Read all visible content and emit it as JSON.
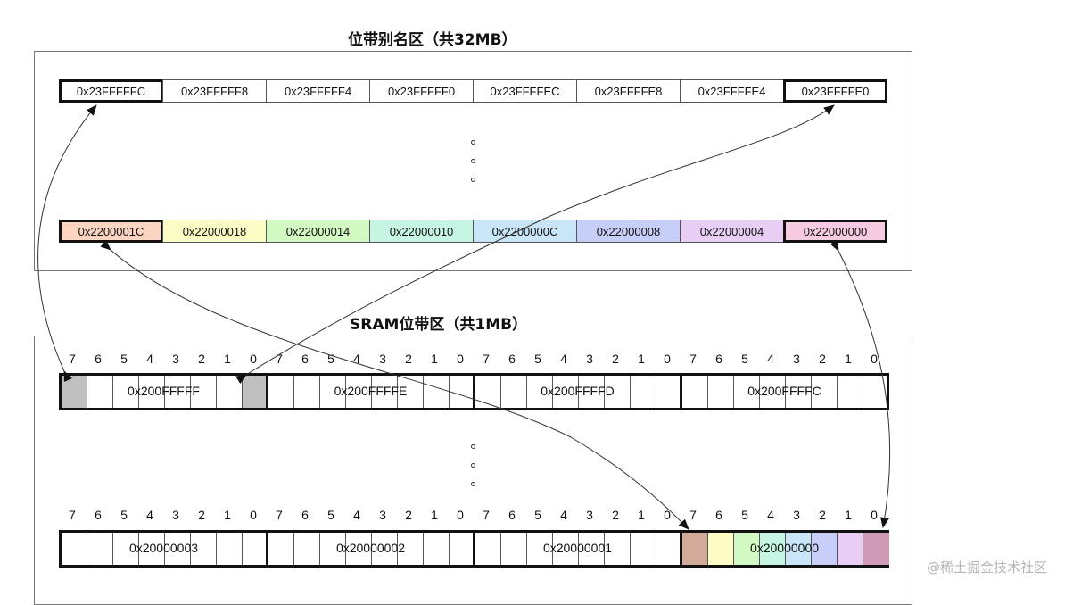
{
  "alias_region": {
    "title": "位带别名区（共32MB）",
    "top_row": [
      "0x23FFFFFC",
      "0x23FFFFF8",
      "0x23FFFFF4",
      "0x23FFFFF0",
      "0x23FFFFEC",
      "0x23FFFFE8",
      "0x23FFFFE4",
      "0x23FFFFE0"
    ],
    "bottom_row": [
      {
        "label": "0x2200001C",
        "color": "#fbd5c2"
      },
      {
        "label": "0x22000018",
        "color": "#fcfcc7"
      },
      {
        "label": "0x22000014",
        "color": "#d3f9c3"
      },
      {
        "label": "0x22000010",
        "color": "#c6f5e3"
      },
      {
        "label": "0x2200000C",
        "color": "#c8e6f7"
      },
      {
        "label": "0x22000008",
        "color": "#c8cefa"
      },
      {
        "label": "0x22000004",
        "color": "#e8cdf5"
      },
      {
        "label": "0x22000000",
        "color": "#f6cae0"
      }
    ]
  },
  "sram_region": {
    "title": "SRAM位带区（共1MB）",
    "bit_labels": [
      "7",
      "6",
      "5",
      "4",
      "3",
      "2",
      "1",
      "0"
    ],
    "top_bytes": [
      "0x200FFFFF",
      "0x200FFFFE",
      "0x200FFFFD",
      "0x200FFFFC"
    ],
    "bottom_bytes": [
      "0x20000003",
      "0x20000002",
      "0x20000001",
      "0x20000000"
    ],
    "highlight_gray": "#c0c0c0",
    "bottom_bit_colors": [
      "#d2aa9a",
      "#fcfcc7",
      "#d3f9c3",
      "#c6f5e3",
      "#c8e6f7",
      "#c8cefa",
      "#e8cdf5",
      "#cf9ab6"
    ]
  },
  "ellipsis_dots": [
    "•",
    "•",
    "•"
  ],
  "watermark": "@稀土掘金技术社区"
}
